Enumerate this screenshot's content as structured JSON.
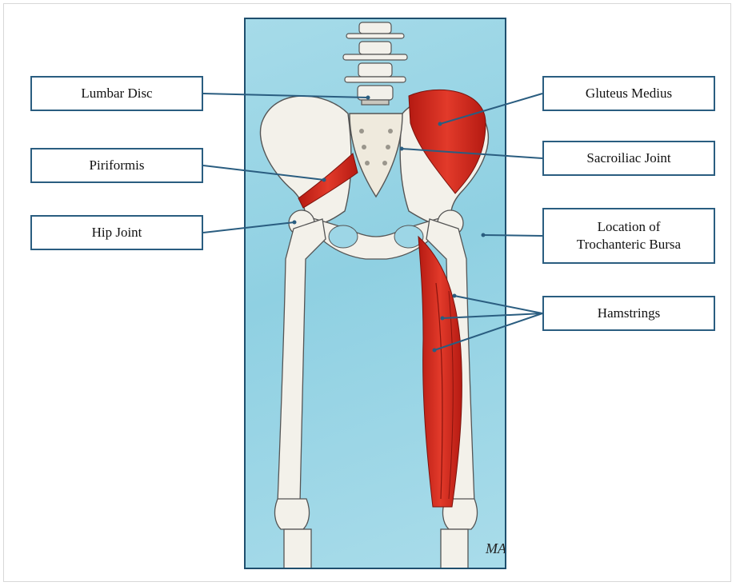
{
  "labels": {
    "lumbar_disc": "Lumbar Disc",
    "piriformis": "Piriformis",
    "hip_joint": "Hip Joint",
    "gluteus_medius": "Gluteus Medius",
    "sacroiliac_joint": "Sacroiliac Joint",
    "trochanteric_bursa": "Location of\nTrochanteric Bursa",
    "hamstrings": "Hamstrings"
  },
  "signature": "MA",
  "colors": {
    "background": "#a6dbe9",
    "muscle": "#d42a1e",
    "bone": "#f3f1ea",
    "box_border": "#2a5d80",
    "leader_line": "#2a5d80"
  }
}
